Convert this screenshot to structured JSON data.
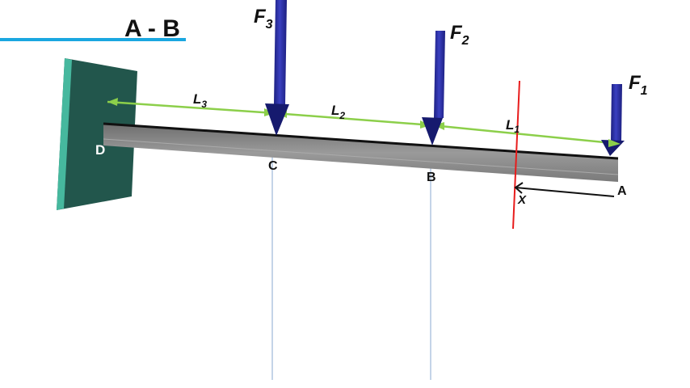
{
  "title": "A - B",
  "points": {
    "A": "A",
    "B": "B",
    "C": "C",
    "D": "D"
  },
  "section_label": "X",
  "forces": [
    {
      "symbol": "F",
      "sub": "1"
    },
    {
      "symbol": "F",
      "sub": "2"
    },
    {
      "symbol": "F",
      "sub": "3"
    }
  ],
  "lengths": [
    {
      "symbol": "L",
      "sub": "1"
    },
    {
      "symbol": "L",
      "sub": "2"
    },
    {
      "symbol": "L",
      "sub": "3"
    }
  ],
  "colors": {
    "title_underline": "#1aa7e0",
    "wall": "#22564c",
    "wall_edge": "#46b89e",
    "force_arrow": "#2a2f9e",
    "dimension_line": "#8ccf4a",
    "section_line": "#e81c1c",
    "beam": "#8c8c8c"
  }
}
